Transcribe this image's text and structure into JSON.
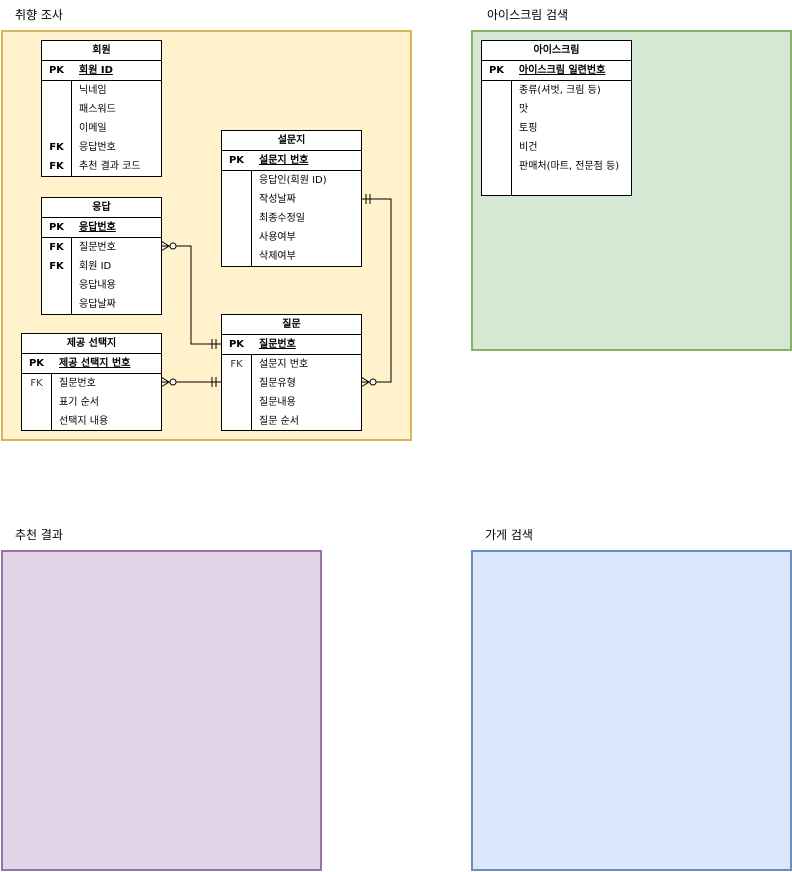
{
  "groups": [
    {
      "title": "취향 조사",
      "fill": "#fff2cc",
      "stroke": "#d6b656"
    },
    {
      "title": "아이스크림 검색",
      "fill": "#d5e8d4",
      "stroke": "#82b366"
    },
    {
      "title": "추천 결과",
      "fill": "#e1d5e7",
      "stroke": "#9673a6"
    },
    {
      "title": "가게 검색",
      "fill": "#dae8fc",
      "stroke": "#6c8ebf"
    }
  ],
  "entities": {
    "member": {
      "title": "회원",
      "pk": {
        "key": "PK",
        "name": "회원 ID"
      },
      "attrs": [
        {
          "key": "",
          "name": "닉네임"
        },
        {
          "key": "",
          "name": "패스워드"
        },
        {
          "key": "",
          "name": "이메일"
        },
        {
          "key": "FK",
          "name": "응답번호"
        },
        {
          "key": "FK",
          "name": "추천 결과 코드"
        }
      ]
    },
    "response": {
      "title": "응답",
      "pk": {
        "key": "PK",
        "name": "응답번호"
      },
      "attrs": [
        {
          "key": "FK",
          "name": "질문번호"
        },
        {
          "key": "FK",
          "name": "회원 ID"
        },
        {
          "key": "",
          "name": "응답내용"
        },
        {
          "key": "",
          "name": "응답날짜"
        }
      ]
    },
    "choice": {
      "title": "제공 선택지",
      "pk": {
        "key": "PK",
        "name": "제공 선택지 번호"
      },
      "attrs": [
        {
          "key": "FK",
          "name": "질문번호"
        },
        {
          "key": "",
          "name": "표기 순서"
        },
        {
          "key": "",
          "name": "선택지 내용"
        }
      ]
    },
    "survey": {
      "title": "설문지",
      "pk": {
        "key": "PK",
        "name": "설문지 번호"
      },
      "attrs": [
        {
          "key": "",
          "name": "응답인(회원 ID)"
        },
        {
          "key": "",
          "name": "작성날짜"
        },
        {
          "key": "",
          "name": "최종수정일"
        },
        {
          "key": "",
          "name": "사용여부"
        },
        {
          "key": "",
          "name": "삭제여부"
        }
      ]
    },
    "question": {
      "title": "질문",
      "pk": {
        "key": "PK",
        "name": "질문번호"
      },
      "attrs": [
        {
          "key": "FK",
          "name": "설문지 번호"
        },
        {
          "key": "",
          "name": "질문유형"
        },
        {
          "key": "",
          "name": "질문내용"
        },
        {
          "key": "",
          "name": "질문 순서"
        }
      ]
    },
    "icecream": {
      "title": "아이스크림",
      "pk": {
        "key": "PK",
        "name": "아이스크림 일련번호"
      },
      "attrs": [
        {
          "key": "",
          "name": "종류(셔벗, 크림 등)"
        },
        {
          "key": "",
          "name": "맛"
        },
        {
          "key": "",
          "name": "토핑"
        },
        {
          "key": "",
          "name": "비건"
        },
        {
          "key": "",
          "name": "판매처(마트, 전문점 등)"
        }
      ]
    }
  }
}
